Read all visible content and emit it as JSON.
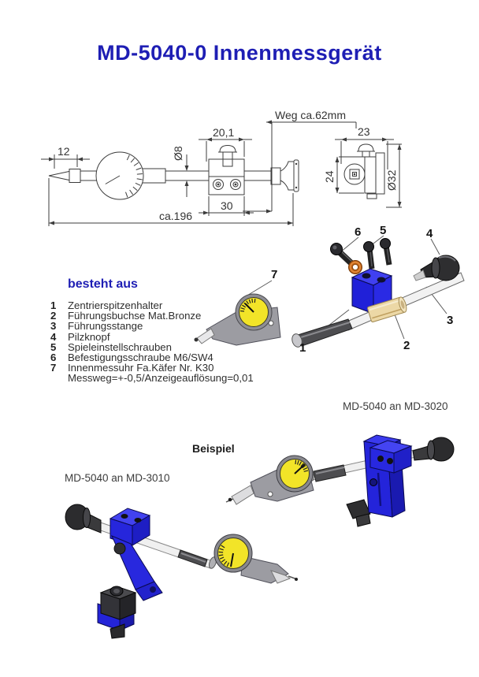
{
  "page_title": "MD-5040-0 Innenmessgerät",
  "drawing": {
    "dims": {
      "travel": "Weg ca.62mm",
      "tip_length": "12",
      "slot_width": "20,1",
      "rod_diameter": "Ø8",
      "block_width": "30",
      "total_length": "ca.196",
      "side_width": "23",
      "side_height": "24",
      "knob_diameter": "Ø32"
    }
  },
  "exploded": {
    "callouts": [
      "1",
      "2",
      "3",
      "4",
      "5",
      "6",
      "7"
    ]
  },
  "parts": {
    "heading": "besteht aus",
    "items": [
      {
        "num": "1",
        "label": "Zentrierspitzenhalter"
      },
      {
        "num": "2",
        "label": "Führungsbuchse Mat.Bronze"
      },
      {
        "num": "3",
        "label": "Führungsstange"
      },
      {
        "num": "4",
        "label": "Pilzknopf"
      },
      {
        "num": "5",
        "label": "Spieleinstellschrauben"
      },
      {
        "num": "6",
        "label": "Befestigungsschraube M6/SW4"
      },
      {
        "num": "7",
        "label": "Innenmessuhr Fa.Käfer Nr. K30"
      },
      {
        "num": "",
        "label": "Messweg=+-0,5/Anzeigeauflösung=0,01"
      }
    ]
  },
  "examples": {
    "caption": "Beispiel",
    "right_label": "MD-5040 an MD-3020",
    "left_label": "MD-5040 an MD-3010"
  },
  "colors": {
    "title_blue": "#1e1eb4",
    "device_blue": "#2424da",
    "dial_yellow": "#f2e428",
    "bronze_bushing": "#ecd8a6",
    "copper_washer": "#b85c14",
    "drawing_line": "#3c3c3c"
  }
}
